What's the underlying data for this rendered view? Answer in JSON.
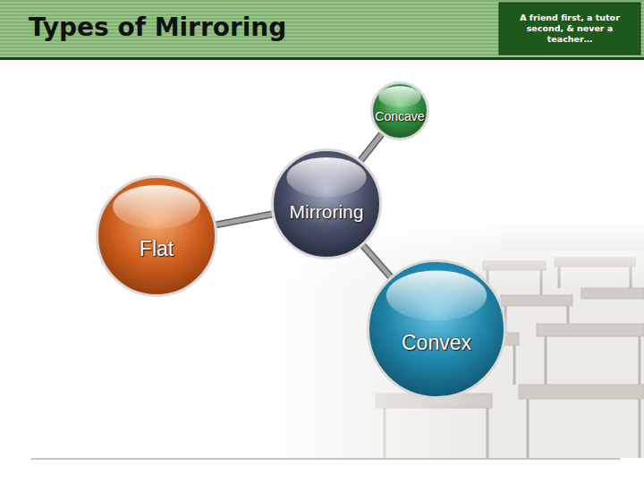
{
  "diagram": {
    "title": "Types of Mirroring",
    "nodes": [
      {
        "text": [
          "Concave"
        ]
      },
      {
        "text": [
          "Mirroring"
        ]
      },
      {
        "text": [
          "Flat"
        ]
      },
      {
        "text": [
          "Convex"
        ]
      }
    ],
    "edges": [
      {
        "from": 1,
        "to": 0,
        "arrow": "none"
      },
      {
        "from": 1,
        "to": 2,
        "arrow": "none"
      },
      {
        "from": 1,
        "to": 3,
        "arrow": "none"
      }
    ],
    "labels": [
      "A friend first, a tutor second, & never a teacher…"
    ]
  }
}
